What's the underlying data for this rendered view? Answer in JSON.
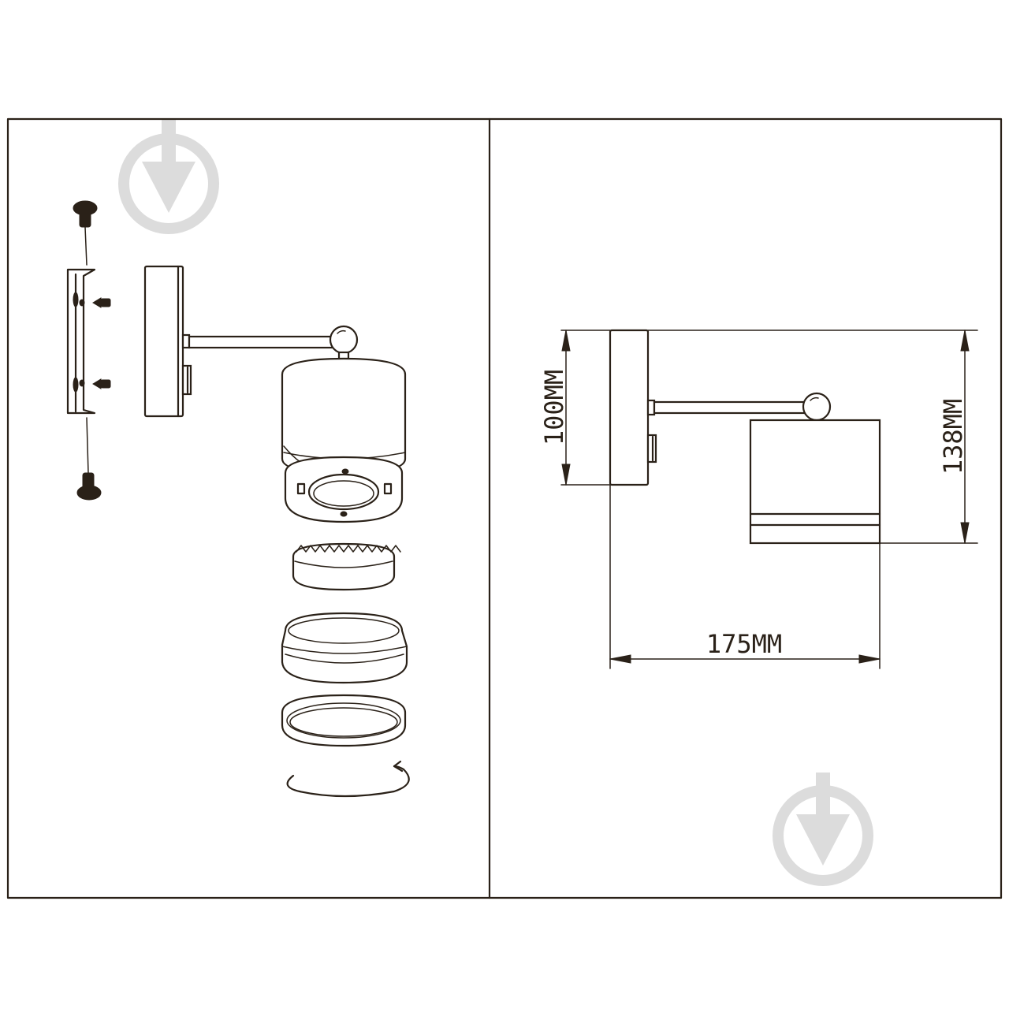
{
  "dimensions": {
    "height_plate": "100MM",
    "height_total": "138MM",
    "width_total": "175MM"
  },
  "watermark_icon": "triangle-arrow-circle-logo",
  "line_color": "#2a2118",
  "watermark_color": "#dcdcdc"
}
